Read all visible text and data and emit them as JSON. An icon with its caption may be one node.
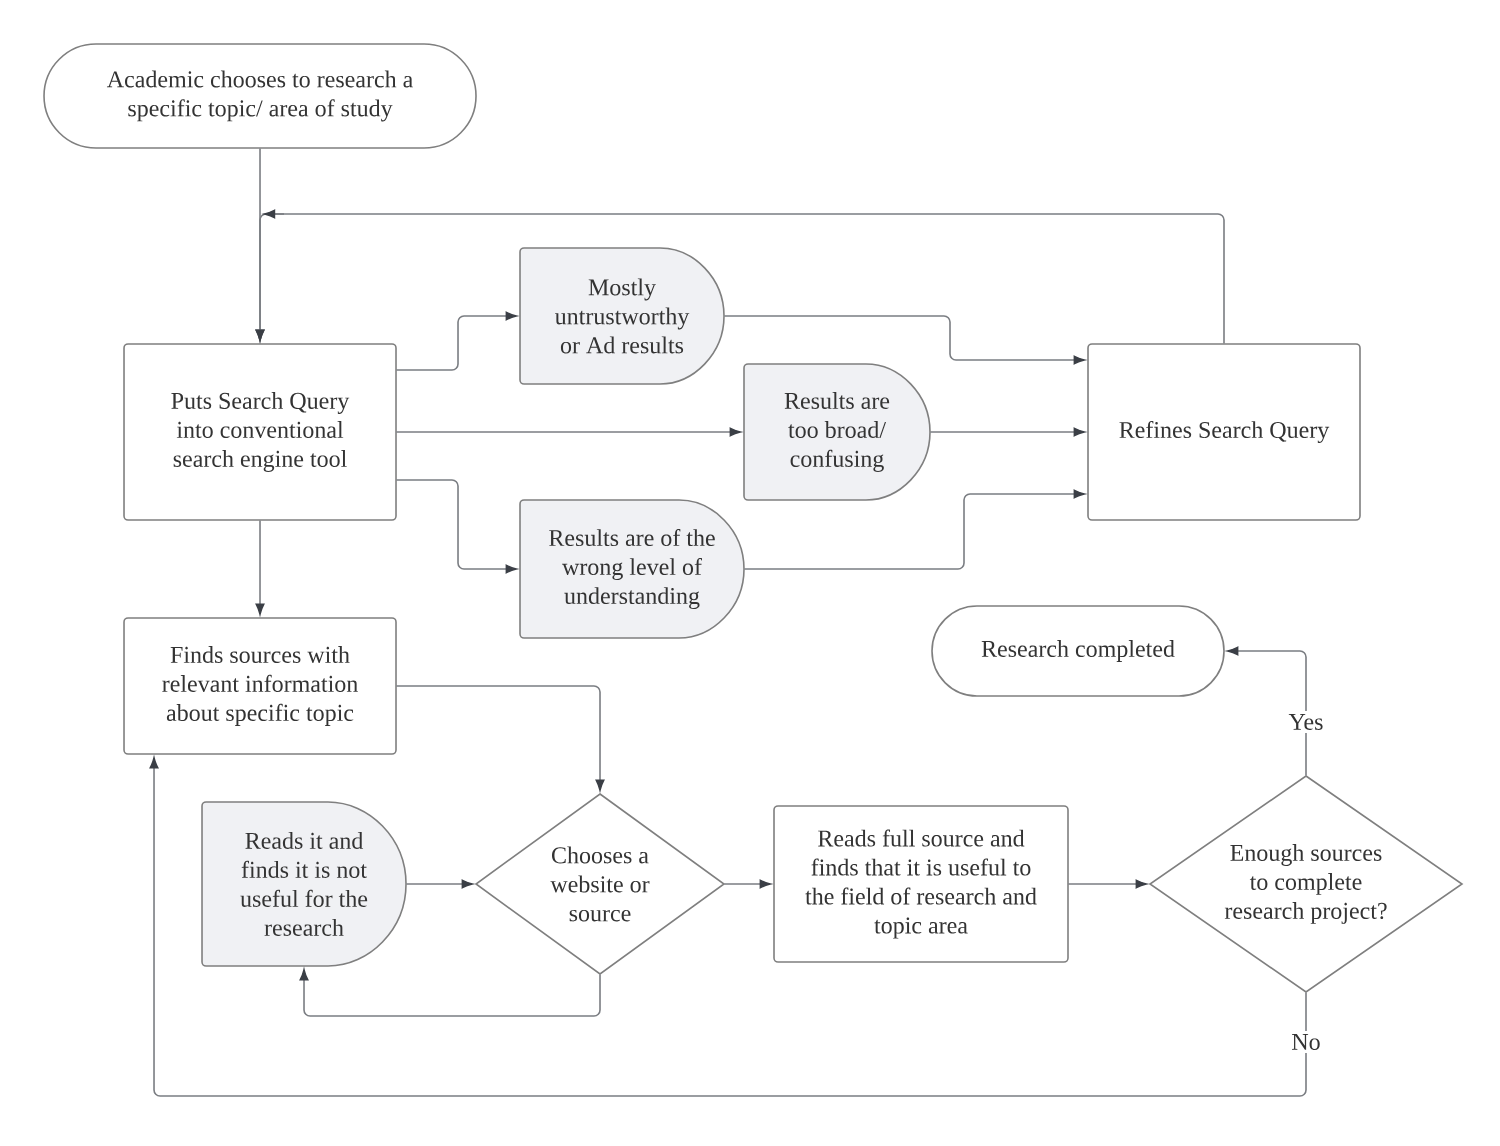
{
  "diagram": {
    "nodes": [
      {
        "text": [
          "Academic chooses to research a specific topic/ area of study"
        ]
      },
      {
        "text": [
          "Puts Search Query into conventional search engine tool"
        ]
      },
      {
        "text": [
          "Mostly untrustworthy or Ad results"
        ]
      },
      {
        "text": [
          "Results are too broad/ confusing"
        ]
      },
      {
        "text": [
          "Results are of the wrong level of understanding"
        ]
      },
      {
        "text": [
          "Refines Search Query"
        ]
      },
      {
        "text": [
          "Finds sources with relevant information about specific topic"
        ]
      },
      {
        "text": [
          "Research completed"
        ]
      },
      {
        "text": [
          "Reads it and finds it is not useful for the research"
        ]
      },
      {
        "text": [
          "Chooses a website or source"
        ]
      },
      {
        "text": [
          "Reads full source and finds that it is useful to the field of research and topic area"
        ]
      },
      {
        "text": [
          "Enough sources to complete research project?"
        ]
      }
    ],
    "edges": [
      {
        "from": 0,
        "to": 1,
        "arrow": "to"
      },
      {
        "from": 5,
        "to": 1,
        "arrow": "to"
      },
      {
        "from": 1,
        "to": 2,
        "arrow": "to"
      },
      {
        "from": 1,
        "to": 3,
        "arrow": "to"
      },
      {
        "from": 1,
        "to": 4,
        "arrow": "to"
      },
      {
        "from": 2,
        "to": 5,
        "arrow": "to"
      },
      {
        "from": 3,
        "to": 5,
        "arrow": "to"
      },
      {
        "from": 4,
        "to": 5,
        "arrow": "to"
      },
      {
        "from": 1,
        "to": 6,
        "arrow": "to"
      },
      {
        "from": 6,
        "to": 9,
        "arrow": "to"
      },
      {
        "from": 8,
        "to": 9,
        "arrow": "to"
      },
      {
        "from": 9,
        "to": 8,
        "arrow": "to"
      },
      {
        "from": 9,
        "to": 10,
        "arrow": "to"
      },
      {
        "from": 10,
        "to": 11,
        "arrow": "to"
      },
      {
        "from": 11,
        "to": 7,
        "arrow": "to",
        "label": "Yes"
      },
      {
        "from": 11,
        "to": 6,
        "arrow": "to",
        "label": "No"
      }
    ]
  }
}
